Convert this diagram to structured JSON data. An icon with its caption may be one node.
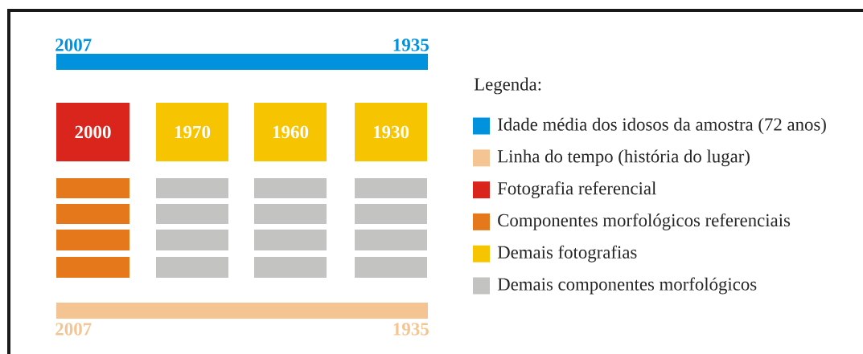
{
  "diagram": {
    "nodes": [
      {
        "text": [
          "2007",
          "1935"
        ]
      },
      {
        "text": [
          "2000"
        ]
      },
      {
        "text": [
          "1970"
        ]
      },
      {
        "text": [
          "1960"
        ]
      },
      {
        "text": [
          "1930"
        ]
      },
      {
        "text": [],
        "shape": "bar"
      },
      {
        "text": [],
        "shape": "bar"
      },
      {
        "text": [],
        "shape": "bar"
      },
      {
        "text": [],
        "shape": "bar"
      },
      {
        "text": [],
        "shape": "bar"
      },
      {
        "text": [],
        "shape": "bar"
      },
      {
        "text": [],
        "shape": "bar"
      },
      {
        "text": [],
        "shape": "bar"
      },
      {
        "text": [],
        "shape": "bar"
      },
      {
        "text": [],
        "shape": "bar"
      },
      {
        "text": [],
        "shape": "bar"
      },
      {
        "text": [],
        "shape": "bar"
      },
      {
        "text": [],
        "shape": "bar"
      },
      {
        "text": [],
        "shape": "bar"
      },
      {
        "text": [],
        "shape": "bar"
      },
      {
        "text": [],
        "shape": "bar"
      },
      {
        "text": [
          "2007",
          "1935"
        ]
      }
    ],
    "labels": [
      "Legenda:"
    ],
    "legend": [
      {
        "text": "Idade média dos idosos da amostra (72 anos)",
        "color": "#0092dc"
      },
      {
        "text": "Linha do tempo (história do lugar)",
        "color": "#f4c592"
      },
      {
        "text": "Fotografia referencial",
        "color": "#d9251c"
      },
      {
        "text": "Componentes morfológicos referenciais",
        "color": "#e5781b"
      },
      {
        "text": "Demais fotografias",
        "color": "#f6c400"
      },
      {
        "text": "Demais componentes morfológicos",
        "color": "#c3c3c2"
      }
    ]
  }
}
